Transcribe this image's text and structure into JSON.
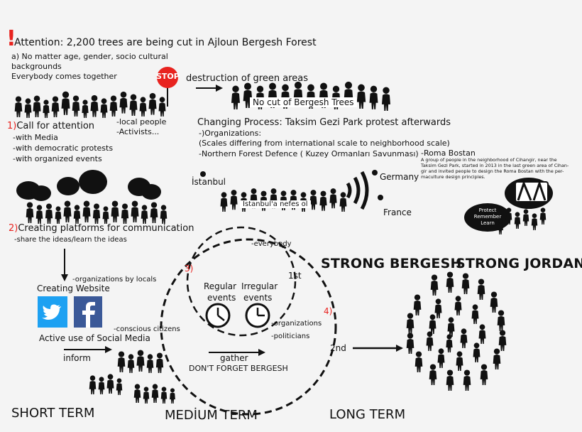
{
  "title": {
    "mark": "!",
    "text": "Attention: 2,200 trees are being cut in Ajloun Bergesh Forest"
  },
  "intro": {
    "line1": "a) No matter age, gender, socio cultural",
    "line2": " backgrounds",
    "line3": "Everybody comes together"
  },
  "stop_sign": "STOP",
  "destruction": "destruction of green areas",
  "no_cut_banner": "No cut of Bergesh Trees",
  "step1": {
    "num": "1)",
    "label": "Call for attention",
    "items": [
      "-with Media",
      "-with democratic protests",
      "-with organized events"
    ]
  },
  "people_labels": [
    "-local people",
    "-Activists..."
  ],
  "changing": {
    "title": "Changing Process: Taksim Gezi Park protest afterwards",
    "l1": "-)Organizations:",
    "l2": "(Scales differing from international scale to neighborhood scale)",
    "l3": "-Northern Forest Defence ( Kuzey Ormanları Savunması)"
  },
  "roma": {
    "title": "-Roma Bostan",
    "desc1": "A group of people in the neighborhood of Cihangir, near the",
    "desc2": "Taksim Gezi Park, started in 2013 in the last green area of Cihan-",
    "desc3": "gir and invited people to design the Roma Bostan with the per-",
    "desc4": "maculture design principles.",
    "bubble": [
      "Protect",
      "Remember",
      "Learn"
    ]
  },
  "places": {
    "istanbul": "İstanbul",
    "germany": "Germany",
    "france": "France",
    "banner": "İstanbul'a nefes ol"
  },
  "step2": {
    "num": "2)",
    "label": "Creating platforms for communication",
    "sub": "-share the ideas/learn the ideas"
  },
  "website": {
    "orgs": "-organizations by locals",
    "label": "Creating Website"
  },
  "social": {
    "conscious": "-conscious citizens",
    "label": "Active use of Social Media",
    "inform": "inform"
  },
  "circles": {
    "everybody": "-everybody",
    "first": "1st",
    "step3": "3)",
    "step4": "4)",
    "regular1": "Regular",
    "regular2": "events",
    "irregular1": "Irregular",
    "irregular2": "events",
    "orgs": "-organizations",
    "politicians": "-politicians",
    "gather": "gather",
    "dont_forget": "DON'T FORGET BERGESH",
    "second": "2nd"
  },
  "strong": {
    "bergesh": "STRONG BERGESH",
    "jordan": "STRONG JORDAN"
  },
  "terms": {
    "short": "SHORT TERM",
    "medium": "MEDİUM TERM",
    "long": "LONG TERM"
  },
  "colors": {
    "accent": "#e8231f",
    "twitter": "#1da1f2",
    "facebook": "#3b5998",
    "ink": "#111111"
  }
}
